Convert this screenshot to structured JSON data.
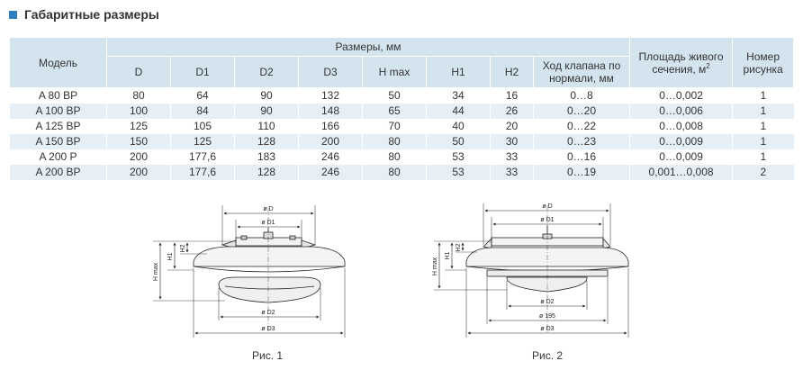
{
  "section": {
    "title": "Габаритные размеры",
    "icon": "square-bullet-icon",
    "accent": "#2e7fc2"
  },
  "table": {
    "model_header": "Модель",
    "sizes_header": "Размеры, мм",
    "columns": [
      "D",
      "D1",
      "D2",
      "D3",
      "H max",
      "H1",
      "H2",
      "Ход клапана по нормали, мм"
    ],
    "area_header": "Площадь живого сечения, м",
    "area_sup": "2",
    "figure_header": "Номер рисунка",
    "rows": [
      [
        "A 80 BP",
        "80",
        "64",
        "90",
        "132",
        "50",
        "34",
        "16",
        "0…8",
        "0…0,002",
        "1"
      ],
      [
        "A 100 BP",
        "100",
        "84",
        "90",
        "148",
        "65",
        "44",
        "26",
        "0…20",
        "0…0,006",
        "1"
      ],
      [
        "A 125 BP",
        "125",
        "105",
        "110",
        "166",
        "70",
        "40",
        "20",
        "0…22",
        "0…0,008",
        "1"
      ],
      [
        "A 150 BP",
        "150",
        "125",
        "128",
        "200",
        "80",
        "50",
        "30",
        "0…23",
        "0…0,009",
        "1"
      ],
      [
        "A 200 P",
        "200",
        "177,6",
        "183",
        "246",
        "80",
        "53",
        "33",
        "0…16",
        "0…0,009",
        "1"
      ],
      [
        "A 200 BP",
        "200",
        "177,6",
        "128",
        "246",
        "80",
        "53",
        "33",
        "0…19",
        "0,001…0,008",
        "2"
      ]
    ],
    "header_bg": "#d3e4ef",
    "alt_row_bg": "#e6eff6"
  },
  "fig1": {
    "caption": "Рис. 1",
    "labels": {
      "d": "ø D",
      "d1": "ø D1",
      "d2": "ø D2",
      "d3": "ø D3",
      "h1": "H1",
      "h2": "H2",
      "hmax": "H max"
    }
  },
  "fig2": {
    "caption": "Рис. 2",
    "labels": {
      "d": "ø D",
      "d1": "ø D1",
      "d2": "ø D2",
      "d195": "ø 195",
      "d3": "ø D3",
      "h1": "H1",
      "h2": "H2",
      "hmax": "H max"
    }
  }
}
